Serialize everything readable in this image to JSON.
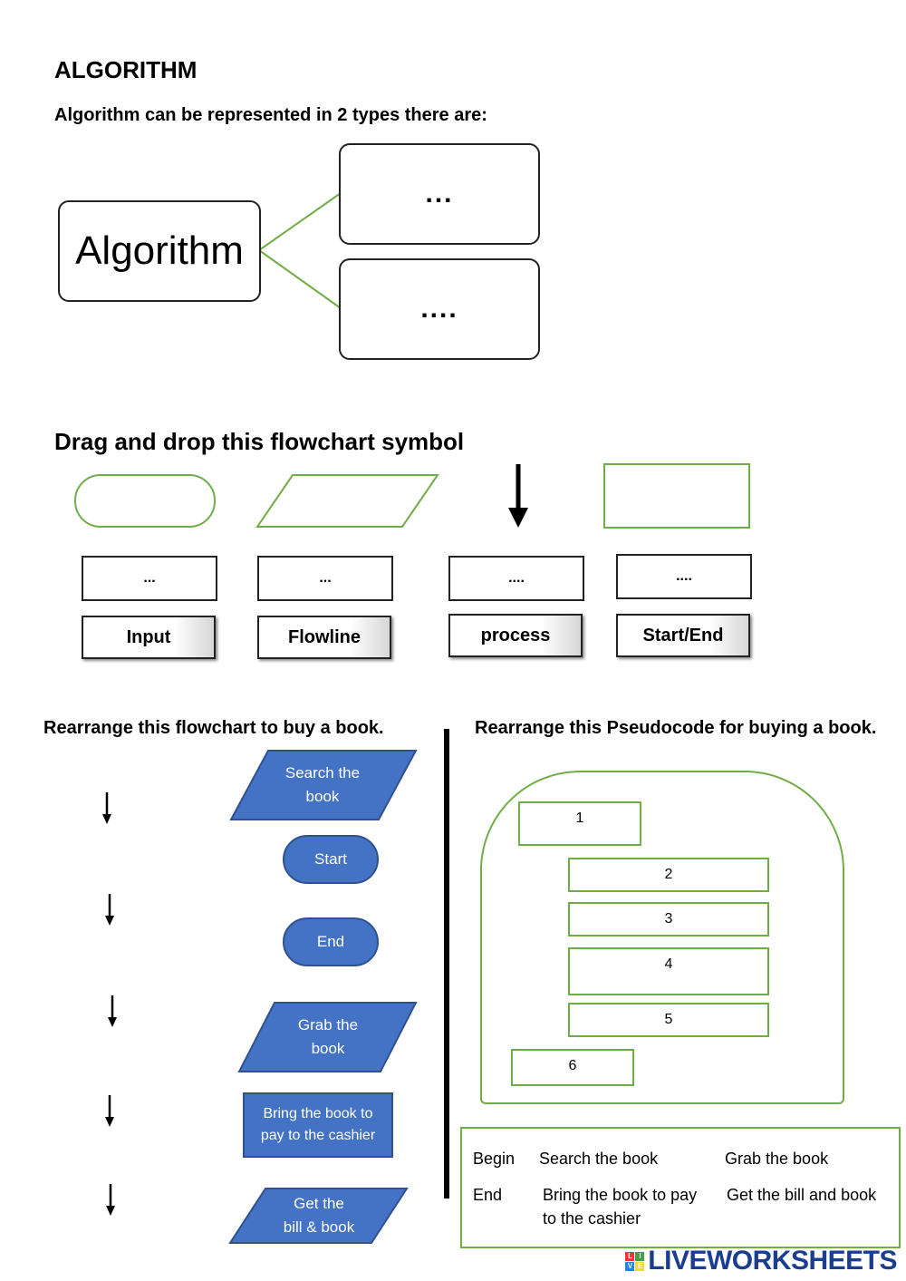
{
  "header": {
    "title": "ALGORITHM",
    "subtitle": "Algorithm can be represented in 2 types there are:"
  },
  "tree": {
    "root": "Algorithm",
    "branch_1": "...",
    "branch_2": "...."
  },
  "symbols_section": {
    "heading": "Drag and drop this flowchart symbol",
    "answer_slots": [
      "...",
      "...",
      "....",
      "...."
    ],
    "options": [
      "Input",
      "Flowline",
      "process",
      "Start/End"
    ]
  },
  "flowchart_section": {
    "heading": "Rearrange this flowchart to buy a book.",
    "shapes": {
      "search": "Search the\nbook",
      "start": "Start",
      "end": "End",
      "grab": "Grab the\nbook",
      "bring": "Bring the book to\npay to the cashier",
      "bill": "Get the\nbill & book"
    }
  },
  "pseudocode_section": {
    "heading": "Rearrange this Pseudocode for buying a book.",
    "slots": [
      "1",
      "2",
      "3",
      "4",
      "5",
      "6"
    ],
    "word_bank": {
      "begin": "Begin",
      "search": "Search the book",
      "grab": "Grab the book",
      "end": "End",
      "bring": "Bring the book to pay\nto the cashier",
      "bill": "Get the bill and book"
    }
  },
  "branding": {
    "logo_letters": [
      "L",
      "I",
      "V",
      "E"
    ],
    "name": "LIVEWORKSHEETS"
  },
  "colors": {
    "accent_green": "#70ad47",
    "shape_blue": "#4472c4",
    "brand_blue": "#1a3d8f"
  }
}
